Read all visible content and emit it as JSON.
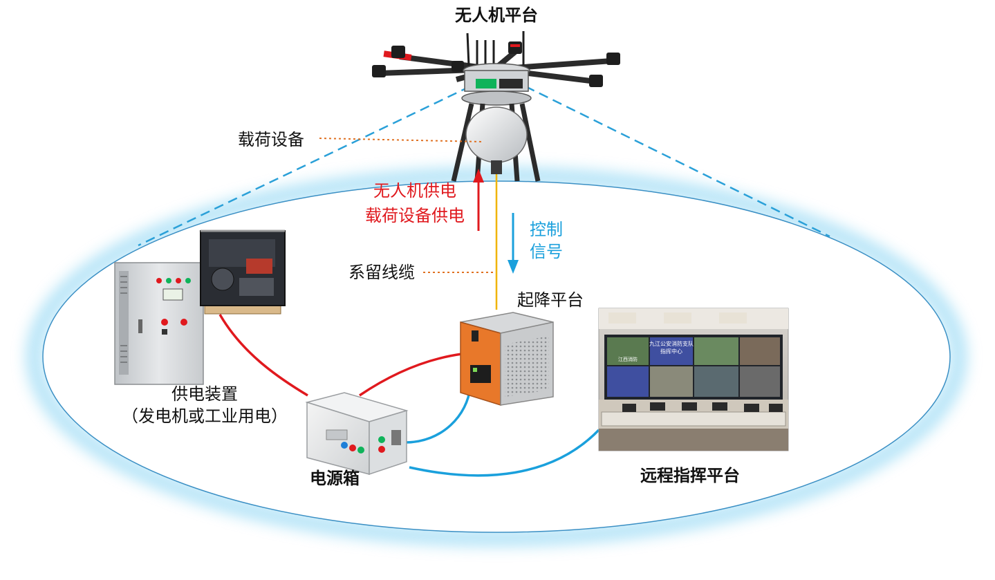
{
  "labels": {
    "drone_platform": "无人机平台",
    "payload_equipment": "载荷设备",
    "drone_power": "无人机供电",
    "payload_power": "载荷设备供电",
    "control_signal_line1": "控制",
    "control_signal_line2": "信号",
    "tether_cable": "系留线缆",
    "takeoff_platform": "起降平台",
    "power_supply_line1": "供电装置",
    "power_supply_line2": "（发电机或工业用电）",
    "power_box": "电源箱",
    "remote_command": "远程指挥平台"
  },
  "screen_text": {
    "panel1": "九江公安消防支队",
    "panel2": "指挥中心",
    "panel3": "江西消防"
  },
  "colors": {
    "power_line": "#e0191e",
    "signal_line": "#1aa0dc",
    "tether": "#f0b400",
    "leader_line": "#e07020",
    "ellipse_glow": "#5fc6f0",
    "view_cone": "#2aa0d8",
    "box_orange": "#e8782a"
  }
}
